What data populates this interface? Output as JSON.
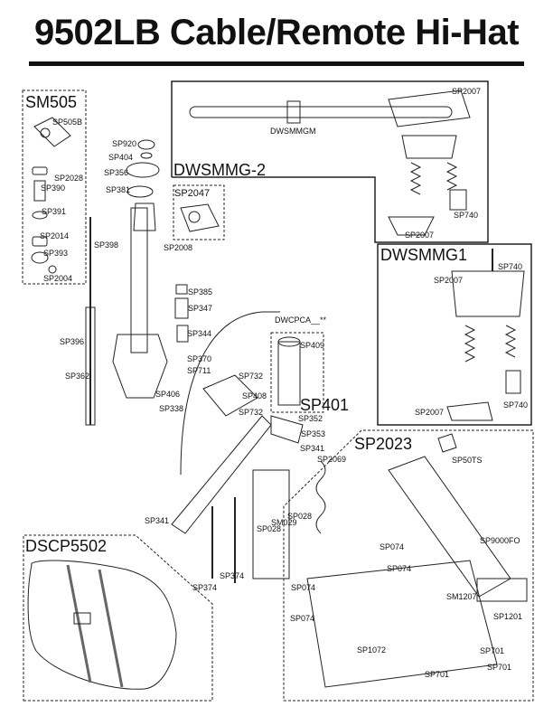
{
  "title": "9502LB Cable/Remote Hi-Hat",
  "groups": {
    "sm505": "SM505",
    "dwsmmg2": "DWSMMG-2",
    "dwsmmg1": "DWSMMG1",
    "sp401": "SP401",
    "sp2023": "SP2023",
    "dscp5502": "DSCP5502"
  },
  "parts": {
    "sp505b": "SP505B",
    "sp2028": "SP2028",
    "sp390": "SP390",
    "sp391": "SP391",
    "sp2014": "SP2014",
    "sp393": "SP393",
    "sp2004": "SP2004",
    "sp920": "SP920",
    "sp404": "SP404",
    "sp356": "SP356",
    "sp381": "SP381",
    "sp2047": "SP2047",
    "sp2008": "SP2008",
    "sp398": "SP398",
    "sp396": "SP396",
    "sp362": "SP362",
    "sp385": "SP385",
    "sp347": "SP347",
    "sp344": "SP344",
    "sp370": "SP370",
    "sp711": "SP711",
    "sp406": "SP406",
    "sp338": "SP338",
    "sp732a": "SP732",
    "sp732b": "SP732",
    "sp408": "SP408",
    "dwcpca": "DWCPCA__**",
    "sp409": "SP409",
    "sp352": "SP352",
    "sp353": "SP353",
    "sp341a": "SP341",
    "sp341b": "SP341",
    "sp2069": "SP2069",
    "sp028a": "SP028",
    "sp028b": "SP028",
    "sm029": "SM029",
    "sp374a": "SP374",
    "sp374b": "SP374",
    "sp2007a": "SP2007",
    "dwsmmgm": "DWSMMGM",
    "sp740a": "SP740",
    "sp2007b": "SP2007",
    "sp2007c": "SP2007",
    "sp740b": "SP740",
    "sp2007d": "SP2007",
    "sp740c": "SP740",
    "sp50ts": "SP50TS",
    "sp074a": "SP074",
    "sp074b": "SP074",
    "sp9000fo": "SP9000FO",
    "sp074c": "SP074",
    "sp074d": "SP074",
    "sm1207": "SM1207",
    "sp1201": "SP1201",
    "sp1072": "SP1072",
    "sp701a": "SP701",
    "sp701b": "SP701",
    "sp701c": "SP701"
  }
}
